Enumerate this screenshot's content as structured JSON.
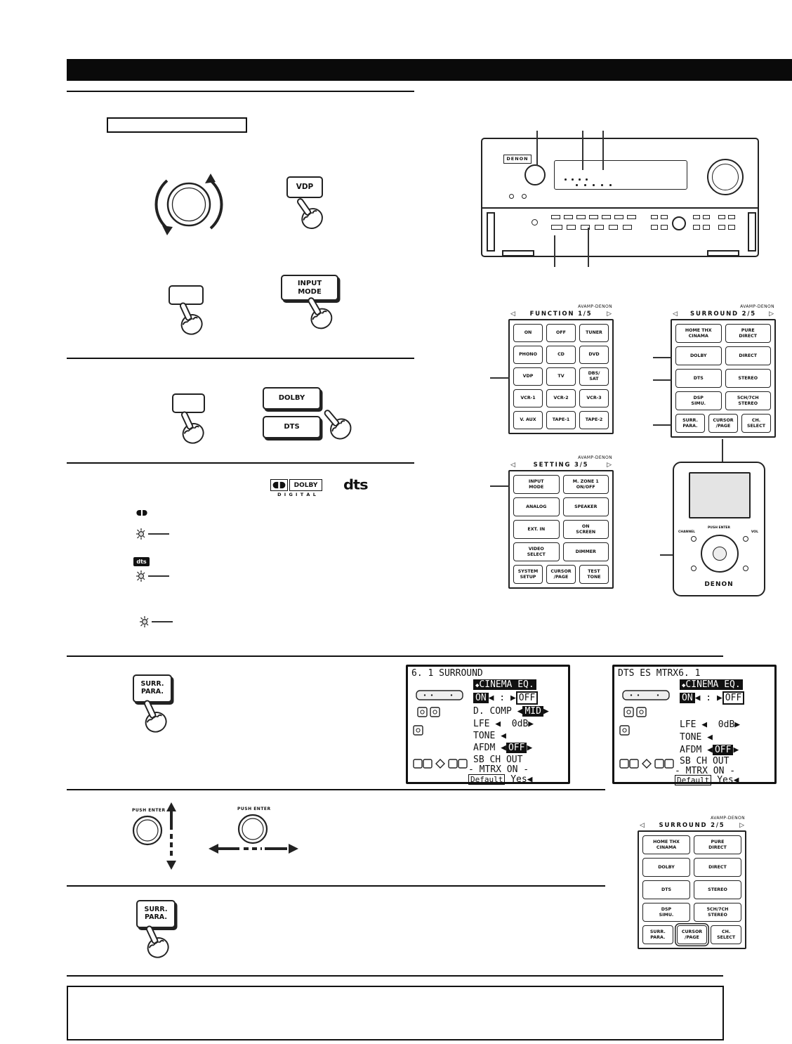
{
  "header": {
    "bar": ""
  },
  "buttons": {
    "vdp": "VDP",
    "input_mode": "INPUT\nMODE",
    "dolby": "DOLBY",
    "dts": "DTS",
    "surr_para": "SURR.\nPARA."
  },
  "logos": {
    "dolby_box": "DOLBY",
    "dolby_digital": "D I G I T A L",
    "dts_wordmark": "dts",
    "dts_badge": "dts"
  },
  "receiver": {
    "brand": "DENON"
  },
  "knobs": {
    "push_enter": "PUSH ENTER"
  },
  "remote_device": {
    "channel": "CHANNEL",
    "push_enter": "PUSH ENTER",
    "vol": "VOL",
    "brand": "DENON"
  },
  "panels": {
    "function": {
      "brand": "AVAMP-DENON",
      "title": "FUNCTION 1/5",
      "left_arrow": "◁",
      "right_arrow": "▷",
      "buttons": [
        "ON",
        "OFF",
        "TUNER",
        "PHONO",
        "CD",
        "DVD",
        "VDP",
        "TV",
        "DBS/\nSAT",
        "VCR-1",
        "VCR-2",
        "VCR-3",
        "V. AUX",
        "TAPE-1",
        "TAPE-2"
      ]
    },
    "surround": {
      "brand": "AVAMP-DENON",
      "title": "SURROUND 2/5",
      "left_arrow": "◁",
      "right_arrow": "▷",
      "buttons": [
        "HOME THX\nCINAMA",
        "PURE\nDIRECT",
        "DOLBY",
        "DIRECT",
        "DTS",
        "STEREO",
        "DSP\nSIMU.",
        "5CH/7CH\nSTEREO"
      ],
      "bottom": [
        "SURR.\nPARA.",
        "CURSOR\n/PAGE",
        "CH.\nSELECT"
      ]
    },
    "setting": {
      "brand": "AVAMP-DENON",
      "title": "SETTING 3/5",
      "left_arrow": "◁",
      "right_arrow": "▷",
      "buttons": [
        "INPUT\nMODE",
        "M. ZONE 1\nON/OFF",
        "ANALOG",
        "SPEAKER",
        "EXT. IN",
        "ON\nSCREEN",
        "VIDEO\nSELECT",
        "DIMMER"
      ],
      "bottom": [
        "SYSTEM\nSETUP",
        "CURSOR\n/PAGE",
        "TEST\nTONE"
      ]
    }
  },
  "screens": {
    "s1": {
      "title": "6. 1 SURROUND",
      "menu_icon": "◆",
      "menu": "CINEMA EQ.",
      "on": "ON",
      "on_off_sep": "◀ : ▶",
      "off": "OFF",
      "dcomp_label": "D. COMP ",
      "arrow_left": "◀",
      "dcomp_value": "MID",
      "arrow_right": "▶",
      "lfe": "LFE ◀  0dB▶",
      "tone": "TONE ◀",
      "afdm_label": "AFDM ",
      "afdm_value": "OFF",
      "sb_ch": "SB CH OUT",
      "mtrx": "- MTRX ON -",
      "default_btn": "Default",
      "yes": "Yes◀"
    },
    "s2": {
      "title": "DTS ES MTRX6. 1",
      "menu_icon": "◆",
      "menu": "CINEMA EQ.",
      "on": "ON",
      "on_off_sep": "◀ : ▶",
      "off": "OFF",
      "lfe": "LFE ◀  0dB▶",
      "tone": "TONE ◀",
      "afdm_label": "AFDM ",
      "arrow_left": "◀",
      "afdm_value": "OFF",
      "arrow_right": "▶",
      "sb_ch": "SB CH OUT",
      "mtrx": "- MTRX ON -",
      "default_btn": "Default",
      "yes": "Yes◀"
    }
  }
}
